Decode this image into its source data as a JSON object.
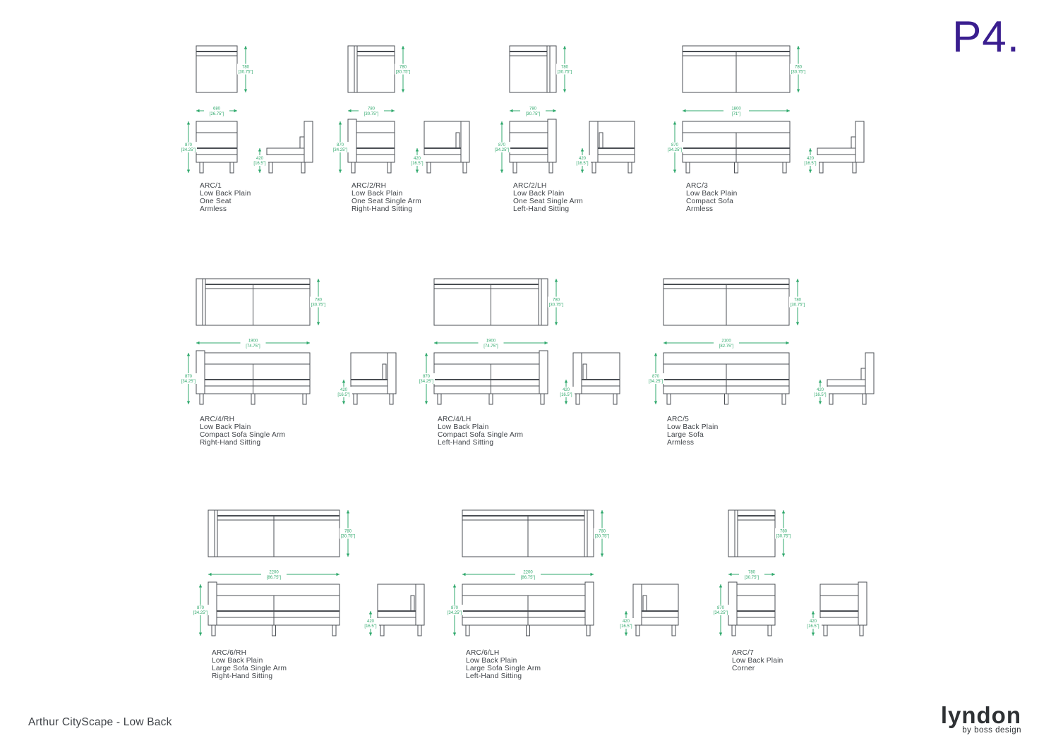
{
  "page": {
    "page_number": "P4.",
    "title": "Arthur CityScape - Low Back",
    "brand": {
      "name": "lyndon",
      "byline": "by boss design"
    },
    "colors": {
      "accent_purple": "#3A1E8F",
      "dimension_green": "#2FA86C",
      "drawing_line": "#4B4F54",
      "text": "#3E4247",
      "brand_text": "#2E3134"
    }
  },
  "products": [
    {
      "code": "ARC/1",
      "description": [
        "Low Back Plain",
        "One Seat",
        "Armless"
      ],
      "width": {
        "mm": "680",
        "in": "[26.75\"]"
      },
      "depth": {
        "mm": "780",
        "in": "[30.75\"]"
      },
      "height": {
        "mm": "870",
        "in": "[34.25\"]"
      },
      "seat_height": {
        "mm": "420",
        "in": "[16.5\"]"
      },
      "seats": 1,
      "front_arm": "none",
      "top_arm": "none",
      "side_view": "profile"
    },
    {
      "code": "ARC/2/RH",
      "description": [
        "Low Back Plain",
        "One Seat Single Arm",
        "Right-Hand Sitting"
      ],
      "width": {
        "mm": "780",
        "in": "[30.75\"]"
      },
      "depth": {
        "mm": "780",
        "in": "[30.75\"]"
      },
      "height": {
        "mm": "870",
        "in": "[34.25\"]"
      },
      "seat_height": {
        "mm": "420",
        "in": "[16.5\"]"
      },
      "seats": 1,
      "front_arm": "left",
      "top_arm": "left",
      "side_view": "arm-end-right"
    },
    {
      "code": "ARC/2/LH",
      "description": [
        "Low Back Plain",
        "One Seat Single Arm",
        "Left-Hand Sitting"
      ],
      "width": {
        "mm": "780",
        "in": "[30.75\"]"
      },
      "depth": {
        "mm": "780",
        "in": "[30.75\"]"
      },
      "height": {
        "mm": "870",
        "in": "[34.25\"]"
      },
      "seat_height": {
        "mm": "420",
        "in": "[16.5\"]"
      },
      "seats": 1,
      "front_arm": "right",
      "top_arm": "right",
      "side_view": "arm-end-left"
    },
    {
      "code": "ARC/3",
      "description": [
        "Low Back Plain",
        "Compact Sofa",
        "Armless"
      ],
      "width": {
        "mm": "1800",
        "in": "[71\"]"
      },
      "depth": {
        "mm": "780",
        "in": "[30.75\"]"
      },
      "height": {
        "mm": "870",
        "in": "[34.25\"]"
      },
      "seat_height": {
        "mm": "420",
        "in": "[16.5\"]"
      },
      "seats": 2,
      "front_arm": "none",
      "top_arm": "none",
      "side_view": "profile"
    },
    {
      "code": "ARC/4/RH",
      "description": [
        "Low Back Plain",
        "Compact Sofa Single Arm",
        "Right-Hand Sitting"
      ],
      "width": {
        "mm": "1900",
        "in": "[74.75\"]"
      },
      "depth": {
        "mm": "780",
        "in": "[30.75\"]"
      },
      "height": {
        "mm": "870",
        "in": "[34.25\"]"
      },
      "seat_height": {
        "mm": "420",
        "in": "[16.5\"]"
      },
      "seats": 2,
      "front_arm": "left",
      "top_arm": "left",
      "side_view": "arm-end-right"
    },
    {
      "code": "ARC/4/LH",
      "description": [
        "Low Back Plain",
        "Compact Sofa Single Arm",
        "Left-Hand Sitting"
      ],
      "width": {
        "mm": "1900",
        "in": "[74.75\"]"
      },
      "depth": {
        "mm": "780",
        "in": "[30.75\"]"
      },
      "height": {
        "mm": "870",
        "in": "[34.25\"]"
      },
      "seat_height": {
        "mm": "420",
        "in": "[16.5\"]"
      },
      "seats": 2,
      "front_arm": "right",
      "top_arm": "right",
      "side_view": "arm-end-left"
    },
    {
      "code": "ARC/5",
      "description": [
        "Low Back Plain",
        "Large Sofa",
        "Armless"
      ],
      "width": {
        "mm": "2100",
        "in": "[82.75\"]"
      },
      "depth": {
        "mm": "780",
        "in": "[30.75\"]"
      },
      "height": {
        "mm": "870",
        "in": "[34.25\"]"
      },
      "seat_height": {
        "mm": "420",
        "in": "[16.5\"]"
      },
      "seats": 2,
      "front_arm": "none",
      "top_arm": "none",
      "side_view": "profile"
    },
    {
      "code": "ARC/6/RH",
      "description": [
        "Low Back Plain",
        "Large Sofa Single Arm",
        "Right-Hand Sitting"
      ],
      "width": {
        "mm": "2200",
        "in": "[86.75\"]"
      },
      "depth": {
        "mm": "780",
        "in": "[30.75\"]"
      },
      "height": {
        "mm": "870",
        "in": "[34.25\"]"
      },
      "seat_height": {
        "mm": "420",
        "in": "[16.5\"]"
      },
      "seats": 2,
      "front_arm": "left",
      "top_arm": "left",
      "side_view": "arm-end-right"
    },
    {
      "code": "ARC/6/LH",
      "description": [
        "Low Back Plain",
        "Large Sofa Single Arm",
        "Left-Hand Sitting"
      ],
      "width": {
        "mm": "2200",
        "in": "[86.75\"]"
      },
      "depth": {
        "mm": "780",
        "in": "[30.75\"]"
      },
      "height": {
        "mm": "870",
        "in": "[34.25\"]"
      },
      "seat_height": {
        "mm": "420",
        "in": "[16.5\"]"
      },
      "seats": 2,
      "front_arm": "right",
      "top_arm": "right",
      "side_view": "arm-end-left"
    },
    {
      "code": "ARC/7",
      "description": [
        "Low Back Plain",
        "Corner"
      ],
      "width": {
        "mm": "780",
        "in": "[30.75\"]"
      },
      "depth": {
        "mm": "780",
        "in": "[30.75\"]"
      },
      "height": {
        "mm": "870",
        "in": "[34.25\"]"
      },
      "seat_height": {
        "mm": "420",
        "in": "[16.5\"]"
      },
      "seats": 1,
      "front_arm": "left",
      "top_arm": "corner",
      "side_view": "elevation-arm-right"
    }
  ]
}
